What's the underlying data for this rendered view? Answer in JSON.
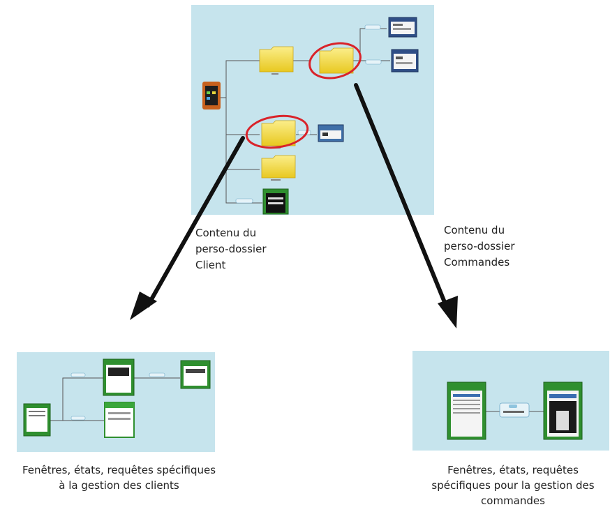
{
  "colors": {
    "panel_background": "#c6e4ed",
    "folder_yellow": "#f4d93a",
    "window_green": "#2f8f2f",
    "window_blue": "#3f6fa8",
    "highlight_circle": "#d9232a",
    "arrow": "#111111"
  },
  "diagram": {
    "top_panel": {
      "items": [
        "project-icon",
        "folder",
        "folder",
        "folder",
        "folder",
        "window",
        "window",
        "window",
        "window"
      ],
      "highlighted_folders": 2
    },
    "arrows": [
      {
        "from": "client-folder",
        "to": "client-contents",
        "label_lines": [
          "Contenu du",
          "perso-dossier",
          "Client"
        ]
      },
      {
        "from": "commandes-folder",
        "to": "commandes-contents",
        "label_lines": [
          "Contenu du",
          "perso-dossier",
          "Commandes"
        ]
      }
    ]
  },
  "labels": {
    "client_arrow": "Contenu du\nperso-dossier\nClient",
    "commandes_arrow": "Contenu du\nperso-dossier\nCommandes",
    "caption_clients": "Fenêtres, états, requêtes spécifiques à la gestion des clients",
    "caption_commandes": "Fenêtres, états, requêtes spécifiques pour la gestion des commandes"
  }
}
